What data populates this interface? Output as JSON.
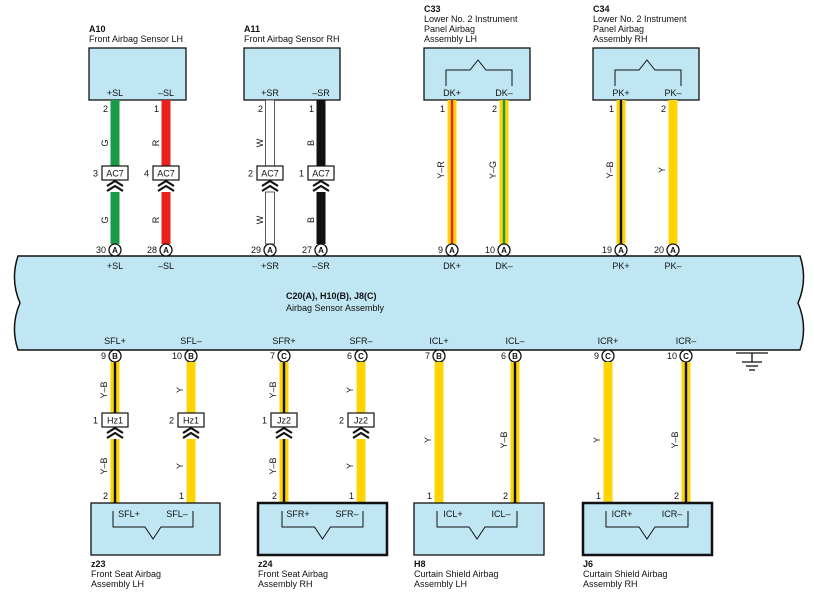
{
  "colors": {
    "box_fill": "#bfe6f2",
    "G": "#1a9a45",
    "R": "#e8201e",
    "W": "#ffffff",
    "B": "#111111",
    "Y": "#fdd404",
    "stripe_R": "#e8201e",
    "stripe_G": "#1a9a45",
    "stripe_B": "#111111"
  },
  "ecu": {
    "title": "C20(A), H10(B), J8(C)",
    "name": "Airbag Sensor Assembly"
  },
  "top_components": [
    {
      "code": "A10",
      "name_lines": [
        "Front Airbag Sensor LH"
      ],
      "has_squib": false,
      "wires": [
        {
          "term": "+SL",
          "pin_top": "2",
          "conn_pin": "3",
          "conn": "AC7",
          "wire_code": "G",
          "ecu_pin": "30",
          "ecu_conn": "A",
          "ecu_term": "+SL",
          "base": "G",
          "stripe": null
        },
        {
          "term": "–SL",
          "pin_top": "1",
          "conn_pin": "4",
          "conn": "AC7",
          "wire_code": "R",
          "ecu_pin": "28",
          "ecu_conn": "A",
          "ecu_term": "–SL",
          "base": "R",
          "stripe": null
        }
      ]
    },
    {
      "code": "A11",
      "name_lines": [
        "Front Airbag Sensor RH"
      ],
      "has_squib": false,
      "wires": [
        {
          "term": "+SR",
          "pin_top": "2",
          "conn_pin": "2",
          "conn": "AC7",
          "wire_code": "W",
          "ecu_pin": "29",
          "ecu_conn": "A",
          "ecu_term": "+SR",
          "base": "W",
          "stripe": null
        },
        {
          "term": "–SR",
          "pin_top": "1",
          "conn_pin": "1",
          "conn": "AC7",
          "wire_code": "B",
          "ecu_pin": "27",
          "ecu_conn": "A",
          "ecu_term": "–SR",
          "base": "B",
          "stripe": null
        }
      ]
    },
    {
      "code": "C33",
      "name_lines": [
        "Lower No.  2 Instrument",
        "Panel Airbag",
        "Assembly LH"
      ],
      "has_squib": true,
      "wires": [
        {
          "term": "DK+",
          "pin_top": "1",
          "wire_code": "Y–R",
          "ecu_pin": "9",
          "ecu_conn": "A",
          "ecu_term": "DK+",
          "base": "Y",
          "stripe": "stripe_R"
        },
        {
          "term": "DK–",
          "pin_top": "2",
          "wire_code": "Y–G",
          "ecu_pin": "10",
          "ecu_conn": "A",
          "ecu_term": "DK–",
          "base": "Y",
          "stripe": "stripe_G"
        }
      ]
    },
    {
      "code": "C34",
      "name_lines": [
        "Lower No.  2 Instrument",
        "Panel Airbag",
        "Assembly RH"
      ],
      "has_squib": true,
      "wires": [
        {
          "term": "PK+",
          "pin_top": "1",
          "wire_code": "Y–B",
          "ecu_pin": "19",
          "ecu_conn": "A",
          "ecu_term": "PK+",
          "base": "Y",
          "stripe": "stripe_B"
        },
        {
          "term": "PK–",
          "pin_top": "2",
          "wire_code": "Y",
          "ecu_pin": "20",
          "ecu_conn": "A",
          "ecu_term": "PK–",
          "base": "Y",
          "stripe": null
        }
      ]
    }
  ],
  "bottom_components": [
    {
      "code": "z23",
      "name_lines": [
        "Front Seat Airbag",
        "Assembly LH"
      ],
      "thick_border": false,
      "wires": [
        {
          "ecu_term": "SFL+",
          "ecu_pin": "9",
          "ecu_conn": "B",
          "wire_code": "Y–B",
          "conn_pin": "1",
          "conn": "Hz1",
          "pin_bot": "2",
          "term": "SFL+",
          "base": "Y",
          "stripe": "stripe_B"
        },
        {
          "ecu_term": "SFL–",
          "ecu_pin": "10",
          "ecu_conn": "B",
          "wire_code": "Y",
          "conn_pin": "2",
          "conn": "Hz1",
          "pin_bot": "1",
          "term": "SFL–",
          "base": "Y",
          "stripe": null
        }
      ]
    },
    {
      "code": "z24",
      "name_lines": [
        "Front Seat Airbag",
        "Assembly RH"
      ],
      "thick_border": true,
      "wires": [
        {
          "ecu_term": "SFR+",
          "ecu_pin": "7",
          "ecu_conn": "C",
          "wire_code": "Y–B",
          "conn_pin": "1",
          "conn": "Jz2",
          "pin_bot": "2",
          "term": "SFR+",
          "base": "Y",
          "stripe": "stripe_B"
        },
        {
          "ecu_term": "SFR–",
          "ecu_pin": "6",
          "ecu_conn": "C",
          "wire_code": "Y",
          "conn_pin": "2",
          "conn": "Jz2",
          "pin_bot": "1",
          "term": "SFR–",
          "base": "Y",
          "stripe": null
        }
      ]
    },
    {
      "code": "H8",
      "name_lines": [
        "Curtain Shield Airbag",
        "Assembly LH"
      ],
      "thick_border": false,
      "wires": [
        {
          "ecu_term": "ICL+",
          "ecu_pin": "7",
          "ecu_conn": "B",
          "wire_code": "Y",
          "pin_bot": "1",
          "term": "ICL+",
          "base": "Y",
          "stripe": null
        },
        {
          "ecu_term": "ICL–",
          "ecu_pin": "6",
          "ecu_conn": "B",
          "wire_code": "Y–B",
          "pin_bot": "2",
          "term": "ICL–",
          "base": "Y",
          "stripe": "stripe_B"
        }
      ]
    },
    {
      "code": "J6",
      "name_lines": [
        "Curtain Shield Airbag",
        "Assembly RH"
      ],
      "thick_border": true,
      "wires": [
        {
          "ecu_term": "ICR+",
          "ecu_pin": "9",
          "ecu_conn": "C",
          "wire_code": "Y",
          "pin_bot": "1",
          "term": "ICR+",
          "base": "Y",
          "stripe": null
        },
        {
          "ecu_term": "ICR–",
          "ecu_pin": "10",
          "ecu_conn": "C",
          "wire_code": "Y–B",
          "pin_bot": "2",
          "term": "ICR–",
          "base": "Y",
          "stripe": "stripe_B"
        }
      ]
    }
  ]
}
